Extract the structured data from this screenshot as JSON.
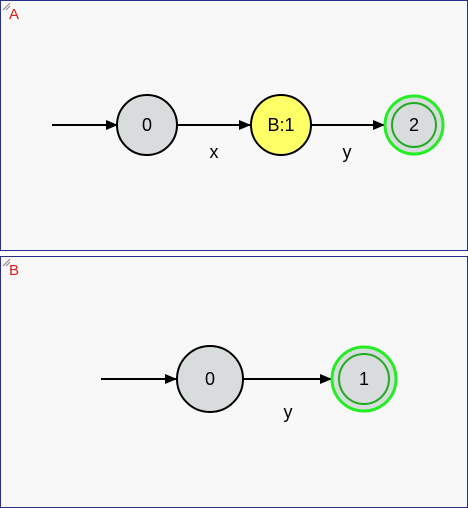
{
  "panel_a": {
    "label": "A",
    "states": [
      {
        "id": "0",
        "label": "0",
        "kind": "initial",
        "fill": "#d9dcdd"
      },
      {
        "id": "1",
        "label": "B:1",
        "kind": "normal",
        "fill": "#ffff66"
      },
      {
        "id": "2",
        "label": "2",
        "kind": "accepting",
        "fill": "#d9dcdd"
      }
    ],
    "edges": [
      {
        "from": "0",
        "to": "1",
        "label": "x"
      },
      {
        "from": "1",
        "to": "2",
        "label": "y"
      }
    ]
  },
  "panel_b": {
    "label": "B",
    "states": [
      {
        "id": "0",
        "label": "0",
        "kind": "initial",
        "fill": "#d9dcdd"
      },
      {
        "id": "1",
        "label": "1",
        "kind": "accepting",
        "fill": "#d9dcdd"
      }
    ],
    "edges": [
      {
        "from": "0",
        "to": "1",
        "label": "y"
      }
    ]
  },
  "colors": {
    "panel_border": "#2c2f8a",
    "panel_background": "#f8f8f8",
    "panel_label": "#d42020",
    "accepting_ring": "#22ee22",
    "state_stroke": "#000000"
  }
}
